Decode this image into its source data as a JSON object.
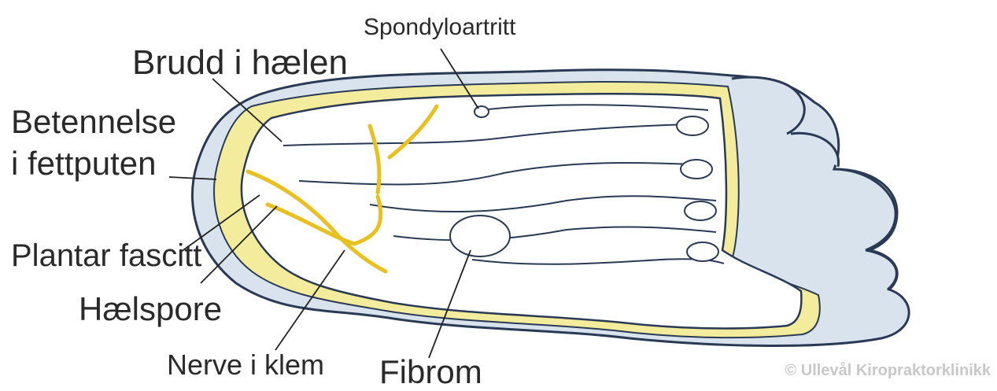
{
  "labels": {
    "spondyloartritt": "Spondyloartritt",
    "brudd_i_haelen": "Brudd i hælen",
    "betennelse_line1": "Betennelse",
    "betennelse_line2": "i fettputen",
    "plantar_fascitt": "Plantar fascitt",
    "haelspore": "Hælspore",
    "nerve_i_klem": "Nerve i klem",
    "fibrom": "Fibrom"
  },
  "copyright": "© Ullevål Kiropraktorklinikk",
  "colors": {
    "outline": "#2a3a55",
    "skin": "#d9e3ee",
    "fat_pad": "#f3ec9c",
    "fascia": "#ffffff",
    "nerve": "#e8c020",
    "text": "#2a2a2a",
    "watermark": "#c8c8c8"
  }
}
